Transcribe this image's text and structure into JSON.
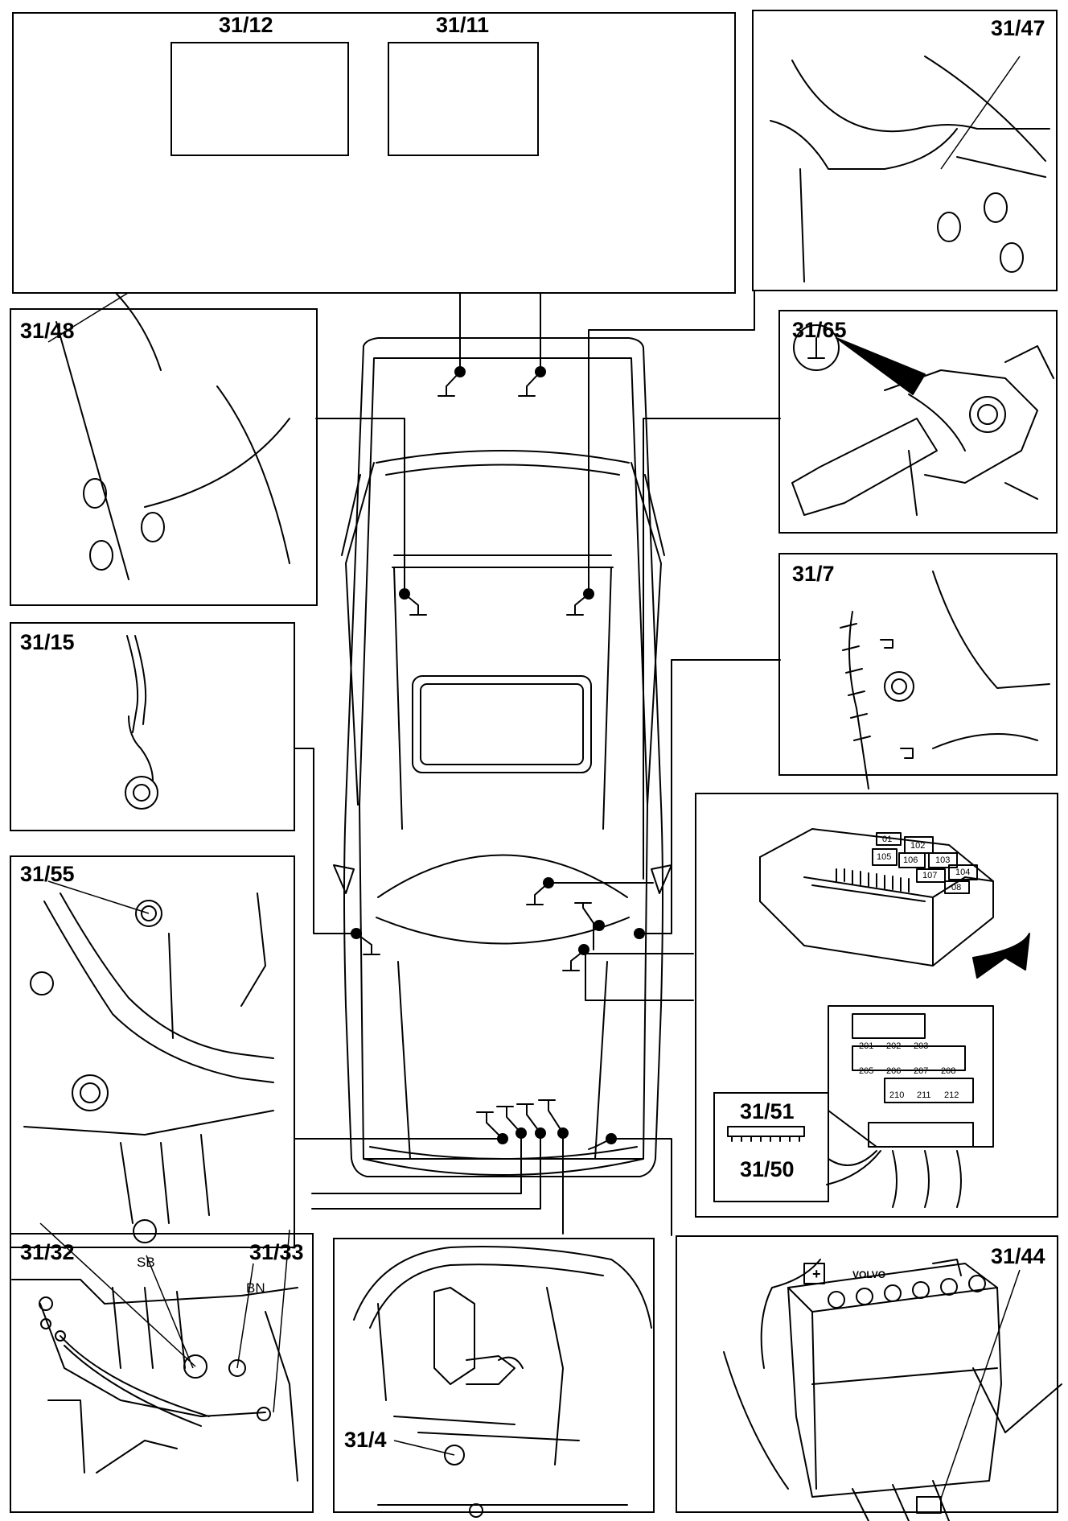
{
  "labels": {
    "p31_12": "31/12",
    "p31_11": "31/11",
    "p31_47": "31/47",
    "p31_48": "31/48",
    "p31_65": "31/65",
    "p31_7": "31/7",
    "p31_15": "31/15",
    "p31_55": "31/55",
    "p31_51": "31/51",
    "p31_50": "31/50",
    "p31_32": "31/32",
    "p31_33": "31/33",
    "p31_4": "31/4",
    "p31_44": "31/44"
  },
  "wire_tags": {
    "sb": "SB",
    "bn": "BN"
  },
  "battery_brand": "VOLVO",
  "battery_plus": "+",
  "relays_upper": [
    "01",
    "102",
    "105",
    "106",
    "103",
    "107",
    "104",
    "08"
  ],
  "relays_lower": [
    "201",
    "202",
    "203",
    "205",
    "206",
    "207",
    "208",
    "210",
    "211",
    "212"
  ],
  "colors": {
    "line": "#000000",
    "background": "#ffffff"
  }
}
